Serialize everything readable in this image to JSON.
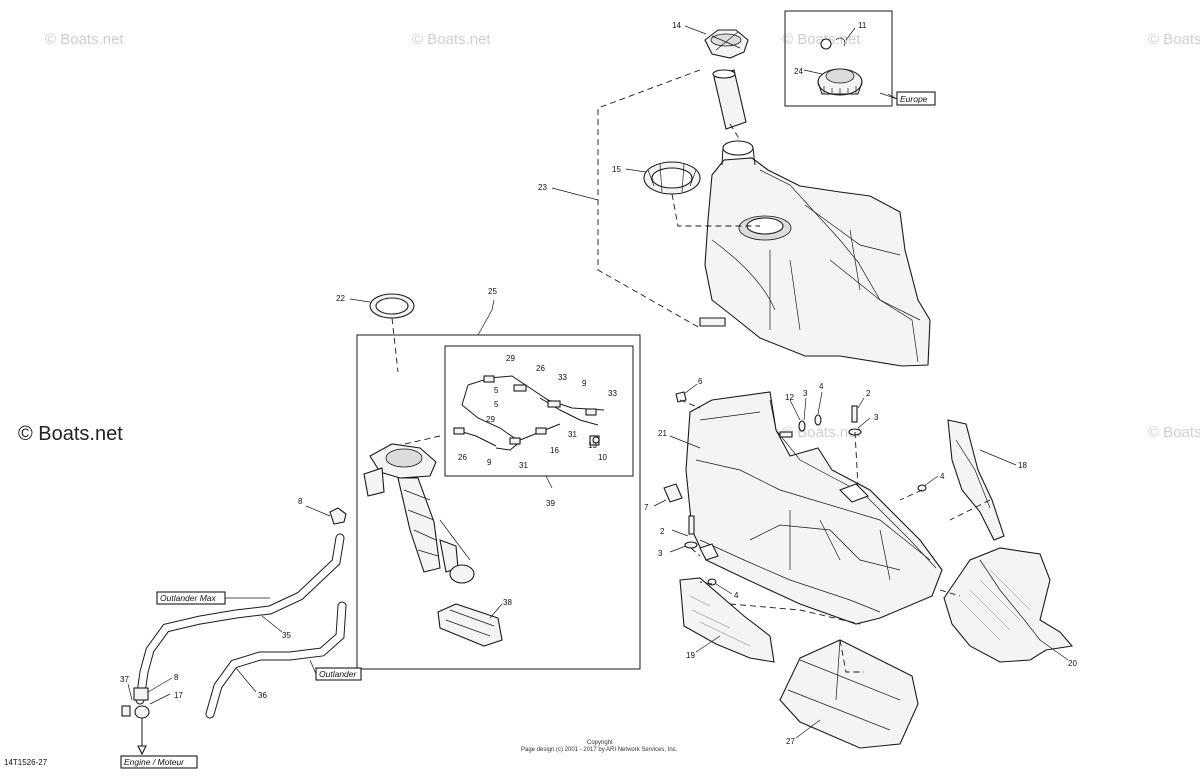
{
  "watermarks": {
    "small": "© Boats.net",
    "large": "© Boats.net"
  },
  "labels": {
    "european_version": "Europe",
    "outlander_max": "Outlander Max",
    "outlander": "Outlander",
    "engine": "Engine / Moteur"
  },
  "drawing_code": "14T1526-27",
  "copyright": {
    "line1": "Copyright",
    "line2": "Page design (c) 2001 - 2017 by ARI Network Services, Inc."
  },
  "callouts": {
    "n14": "14",
    "n11": "11",
    "n24": "24",
    "n15": "15",
    "n23": "23",
    "n22": "22",
    "n25": "25",
    "n29a": "29",
    "n26a": "26",
    "n33a": "33",
    "n5": "5",
    "n9a": "9",
    "n33b": "33",
    "n29b": "29",
    "n31a": "31",
    "n13": "13",
    "n10": "10",
    "n26b": "26",
    "n9b": "9",
    "n31b": "31",
    "n16": "16",
    "n39": "39",
    "n8a": "8",
    "n38": "38",
    "n6": "6",
    "n12": "12",
    "n3a": "3",
    "n4a": "4",
    "n2a": "2",
    "n3b": "3",
    "n21": "21",
    "n18": "18",
    "n4b": "4",
    "n7": "7",
    "n2b": "2",
    "n3c": "3",
    "n4c": "4",
    "n19": "19",
    "n20": "20",
    "n27": "27",
    "n35": "35",
    "n36": "36",
    "n37": "37",
    "n8b": "8",
    "n17": "17"
  }
}
